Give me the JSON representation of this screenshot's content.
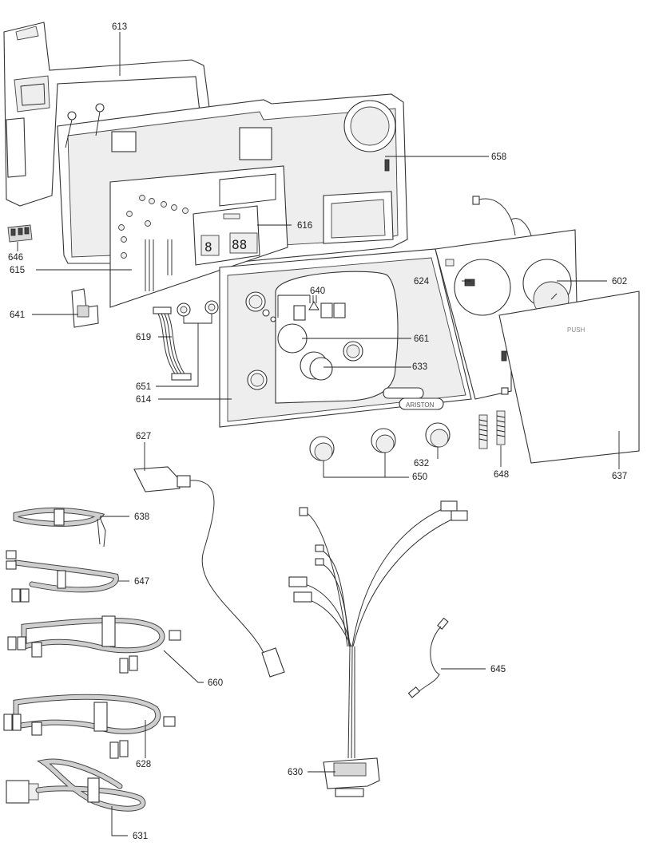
{
  "panel_texts": {
    "push": "PUSH",
    "brand": "ARISTON"
  },
  "callouts": [
    {
      "id": "613",
      "text": "613"
    },
    {
      "id": "658",
      "text": "658"
    },
    {
      "id": "616",
      "text": "616"
    },
    {
      "id": "646",
      "text": "646"
    },
    {
      "id": "615",
      "text": "615"
    },
    {
      "id": "640",
      "text": "640"
    },
    {
      "id": "624",
      "text": "624"
    },
    {
      "id": "602",
      "text": "602"
    },
    {
      "id": "641",
      "text": "641"
    },
    {
      "id": "661",
      "text": "661"
    },
    {
      "id": "619",
      "text": "619"
    },
    {
      "id": "633",
      "text": "633"
    },
    {
      "id": "651",
      "text": "651"
    },
    {
      "id": "614",
      "text": "614"
    },
    {
      "id": "627",
      "text": "627"
    },
    {
      "id": "632",
      "text": "632"
    },
    {
      "id": "650",
      "text": "650"
    },
    {
      "id": "648",
      "text": "648"
    },
    {
      "id": "637",
      "text": "637"
    },
    {
      "id": "638",
      "text": "638"
    },
    {
      "id": "647",
      "text": "647"
    },
    {
      "id": "645",
      "text": "645"
    },
    {
      "id": "660",
      "text": "660"
    },
    {
      "id": "628",
      "text": "628"
    },
    {
      "id": "630",
      "text": "630"
    },
    {
      "id": "631",
      "text": "631"
    }
  ]
}
